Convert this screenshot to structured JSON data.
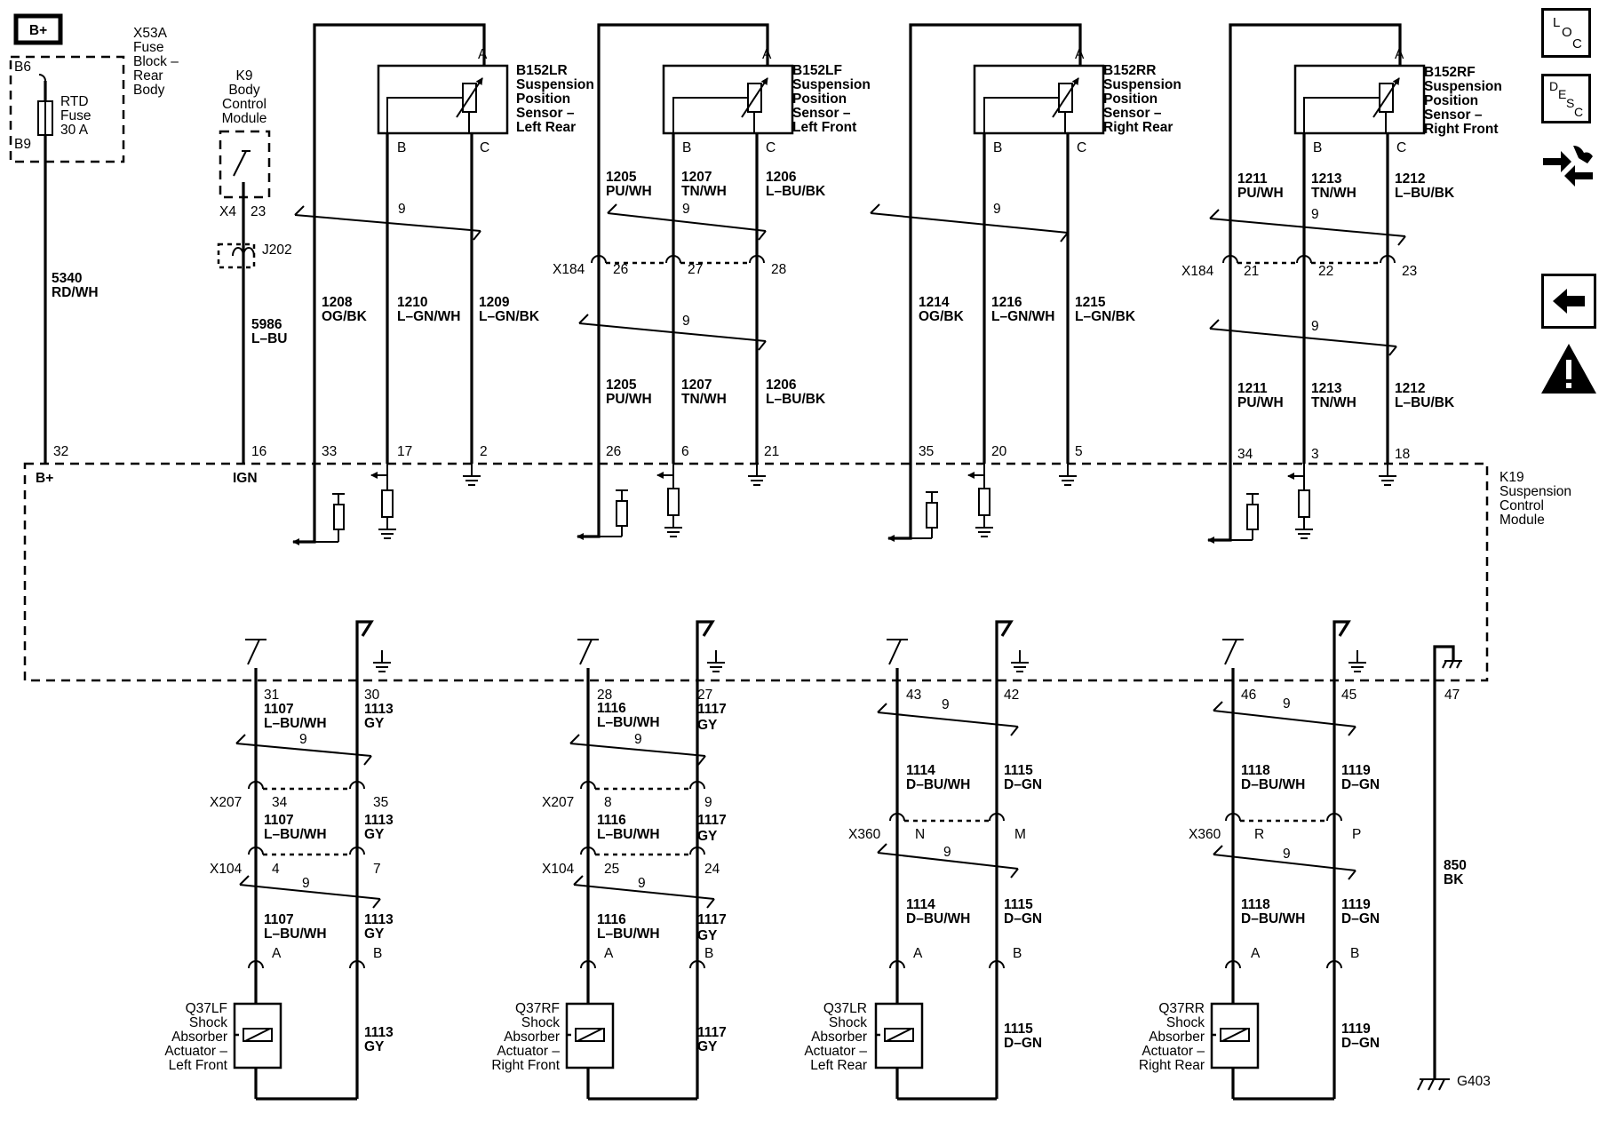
{
  "bplus_box": "B+",
  "fuse": {
    "block": [
      "X53A",
      "Fuse",
      "Block –",
      "Rear",
      "Body"
    ],
    "b6": "B6",
    "b9": "B9",
    "name": [
      "RTD",
      "Fuse",
      "30 A"
    ],
    "wire": [
      "5340",
      "RD/WH"
    ],
    "pin": "32",
    "pin_label": "B+"
  },
  "bcm": {
    "name": [
      "K9",
      "Body",
      "Control",
      "Module"
    ],
    "x4": "X4",
    "pin23": "23",
    "splice": "J202",
    "wire": [
      "5986",
      "L–BU"
    ],
    "pin": "16",
    "pin_label": "IGN"
  },
  "sensors": [
    {
      "name": [
        "B152LR",
        "Suspension",
        "Position",
        "Sensor –",
        "Left Rear"
      ],
      "a": "A",
      "b": "B",
      "c": "C",
      "twist": "9",
      "wires": [
        [
          "1208",
          "OG/BK"
        ],
        [
          "1210",
          "L–GN/WH"
        ],
        [
          "1209",
          "L–GN/BK"
        ]
      ],
      "pins": [
        "33",
        "17",
        "2"
      ]
    },
    {
      "name": [
        "B152LF",
        "Suspension",
        "Position",
        "Sensor –",
        "Left Front"
      ],
      "a": "A",
      "b": "B",
      "c": "C",
      "twist1": "9",
      "twist2": "9",
      "upper": [
        [
          "1205",
          "PU/WH"
        ],
        [
          "1207",
          "TN/WH"
        ],
        [
          "1206",
          "L–BU/BK"
        ]
      ],
      "conn": "X184",
      "conn_pins": [
        "26",
        "27",
        "28"
      ],
      "lower": [
        [
          "1205",
          "PU/WH"
        ],
        [
          "1207",
          "TN/WH"
        ],
        [
          "1206",
          "L–BU/BK"
        ]
      ],
      "pins": [
        "26",
        "6",
        "21"
      ]
    },
    {
      "name": [
        "B152RR",
        "Suspension",
        "Position",
        "Sensor –",
        "Right Rear"
      ],
      "a": "A",
      "b": "B",
      "c": "C",
      "twist": "9",
      "wires": [
        [
          "1214",
          "OG/BK"
        ],
        [
          "1216",
          "L–GN/WH"
        ],
        [
          "1215",
          "L–GN/BK"
        ]
      ],
      "pins": [
        "35",
        "20",
        "5"
      ]
    },
    {
      "name": [
        "B152RF",
        "Suspension",
        "Position",
        "Sensor –",
        "Right Front"
      ],
      "a": "A",
      "b": "B",
      "c": "C",
      "twist1": "9",
      "twist2": "9",
      "upper": [
        [
          "1211",
          "PU/WH"
        ],
        [
          "1213",
          "TN/WH"
        ],
        [
          "1212",
          "L–BU/BK"
        ]
      ],
      "conn": "X184",
      "conn_pins": [
        "21",
        "22",
        "23"
      ],
      "lower": [
        [
          "1211",
          "PU/WH"
        ],
        [
          "1213",
          "TN/WH"
        ],
        [
          "1212",
          "L–BU/BK"
        ]
      ],
      "pins": [
        "34",
        "3",
        "18"
      ]
    }
  ],
  "module": [
    "K19",
    "Suspension",
    "Control",
    "Module"
  ],
  "actuators": [
    {
      "pins": [
        "31",
        "30"
      ],
      "t1": "9",
      "w1": [
        [
          "1107",
          "L–BU/WH"
        ],
        [
          "1113",
          "GY"
        ]
      ],
      "c1": "X207",
      "c1_pins": [
        "34",
        "35"
      ],
      "w2": [
        [
          "1107",
          "L–BU/WH"
        ],
        [
          "1113",
          "GY"
        ]
      ],
      "c2": "X104",
      "c2_pins": [
        "4",
        "7"
      ],
      "t2": "9",
      "w3": [
        [
          "1107",
          "L–BU/WH"
        ],
        [
          "1113",
          "GY"
        ]
      ],
      "ab": [
        "A",
        "B"
      ],
      "name": [
        "Q37LF",
        "Shock",
        "Absorber",
        "Actuator –",
        "Left Front"
      ],
      "ret": [
        "1113",
        "GY"
      ]
    },
    {
      "pins": [
        "28",
        "27"
      ],
      "t1": "9",
      "w1": [
        [
          "1116",
          "L–BU/WH"
        ],
        [
          "1117",
          "GY"
        ]
      ],
      "c1": "X207",
      "c1_pins": [
        "8",
        "9"
      ],
      "w2": [
        [
          "1116",
          "L–BU/WH"
        ],
        [
          "1117",
          "GY"
        ]
      ],
      "c2": "X104",
      "c2_pins": [
        "25",
        "24"
      ],
      "t2": "9",
      "w3": [
        [
          "1116",
          "L–BU/WH"
        ],
        [
          "1117",
          "GY"
        ]
      ],
      "ab": [
        "A",
        "B"
      ],
      "name": [
        "Q37RF",
        "Shock",
        "Absorber",
        "Actuator –",
        "Right Front"
      ],
      "ret": [
        "1117",
        "GY"
      ]
    },
    {
      "pins": [
        "43",
        "42"
      ],
      "t1": "9",
      "w1": [
        [
          "1114",
          "D–BU/WH"
        ],
        [
          "1115",
          "D–GN"
        ]
      ],
      "c1": "X360",
      "c1_pins": [
        "N",
        "M"
      ],
      "t2": "9",
      "w3": [
        [
          "1114",
          "D–BU/WH"
        ],
        [
          "1115",
          "D–GN"
        ]
      ],
      "ab": [
        "A",
        "B"
      ],
      "name": [
        "Q37LR",
        "Shock",
        "Absorber",
        "Actuator –",
        "Left Rear"
      ],
      "ret": [
        "1115",
        "D–GN"
      ]
    },
    {
      "pins": [
        "46",
        "45"
      ],
      "t1": "9",
      "w1": [
        [
          "1118",
          "D–BU/WH"
        ],
        [
          "1119",
          "D–GN"
        ]
      ],
      "c1": "X360",
      "c1_pins": [
        "R",
        "P"
      ],
      "t2": "9",
      "w3": [
        [
          "1118",
          "D–BU/WH"
        ],
        [
          "1119",
          "D–GN"
        ]
      ],
      "ab": [
        "A",
        "B"
      ],
      "name": [
        "Q37RR",
        "Shock",
        "Absorber",
        "Actuator –",
        "Right Rear"
      ],
      "ret": [
        "1119",
        "D–GN"
      ]
    }
  ],
  "ground": {
    "pin": "47",
    "wire": [
      "850",
      "BK"
    ],
    "name": "G403"
  },
  "nav": {
    "loc": [
      "L",
      "O",
      "C"
    ],
    "desc": [
      "D",
      "E",
      "S",
      "C"
    ],
    "icons": [
      "connector-view-icon",
      "back-arrow-icon",
      "warning-icon"
    ]
  }
}
